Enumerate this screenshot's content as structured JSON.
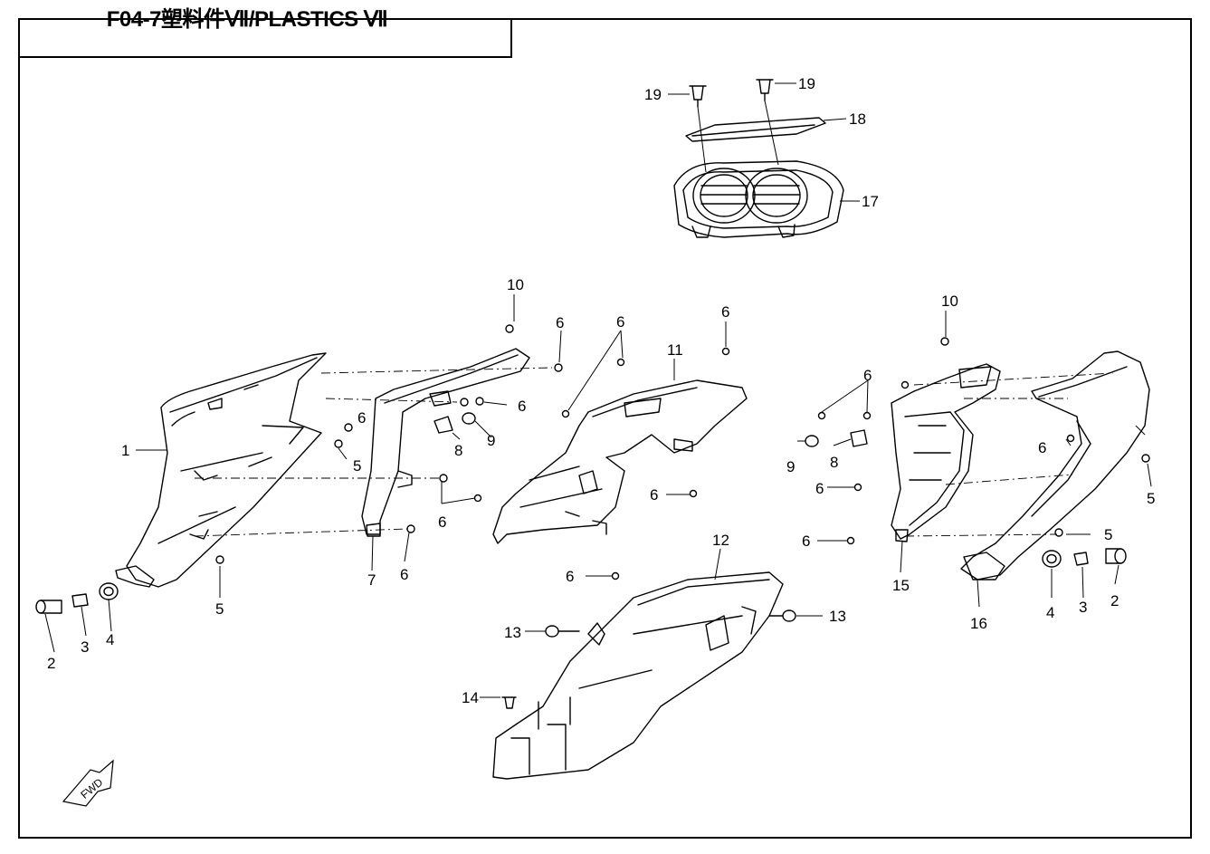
{
  "title": "F04-7塑料件Ⅶ/PLASTICS Ⅶ",
  "fwd_label": "FWD",
  "callouts": [
    {
      "id": "c19a",
      "label": "19"
    },
    {
      "id": "c19b",
      "label": "19"
    },
    {
      "id": "c18",
      "label": "18"
    },
    {
      "id": "c17",
      "label": "17"
    },
    {
      "id": "c10a",
      "label": "10"
    },
    {
      "id": "c10b",
      "label": "10"
    },
    {
      "id": "c11",
      "label": "11"
    },
    {
      "id": "c12",
      "label": "12"
    },
    {
      "id": "c6a",
      "label": "6"
    },
    {
      "id": "c6b",
      "label": "6"
    },
    {
      "id": "c6c",
      "label": "6"
    },
    {
      "id": "c6d",
      "label": "6"
    },
    {
      "id": "c6e",
      "label": "6"
    },
    {
      "id": "c6f",
      "label": "6"
    },
    {
      "id": "c6g",
      "label": "6"
    },
    {
      "id": "c6h",
      "label": "6"
    },
    {
      "id": "c6i",
      "label": "6"
    },
    {
      "id": "c6j",
      "label": "6"
    },
    {
      "id": "c6k",
      "label": "6"
    },
    {
      "id": "c6l",
      "label": "6"
    },
    {
      "id": "c6m",
      "label": "6"
    },
    {
      "id": "c6n",
      "label": "6"
    },
    {
      "id": "c1",
      "label": "1"
    },
    {
      "id": "c5a",
      "label": "5"
    },
    {
      "id": "c5b",
      "label": "5"
    },
    {
      "id": "c5c",
      "label": "5"
    },
    {
      "id": "c5d",
      "label": "5"
    },
    {
      "id": "c8a",
      "label": "8"
    },
    {
      "id": "c8b",
      "label": "8"
    },
    {
      "id": "c9a",
      "label": "9"
    },
    {
      "id": "c9b",
      "label": "9"
    },
    {
      "id": "c7",
      "label": "7"
    },
    {
      "id": "c2a",
      "label": "2"
    },
    {
      "id": "c2b",
      "label": "2"
    },
    {
      "id": "c3a",
      "label": "3"
    },
    {
      "id": "c3b",
      "label": "3"
    },
    {
      "id": "c4a",
      "label": "4"
    },
    {
      "id": "c4b",
      "label": "4"
    },
    {
      "id": "c13a",
      "label": "13"
    },
    {
      "id": "c13b",
      "label": "13"
    },
    {
      "id": "c14",
      "label": "14"
    },
    {
      "id": "c15",
      "label": "15"
    },
    {
      "id": "c16",
      "label": "16"
    }
  ]
}
